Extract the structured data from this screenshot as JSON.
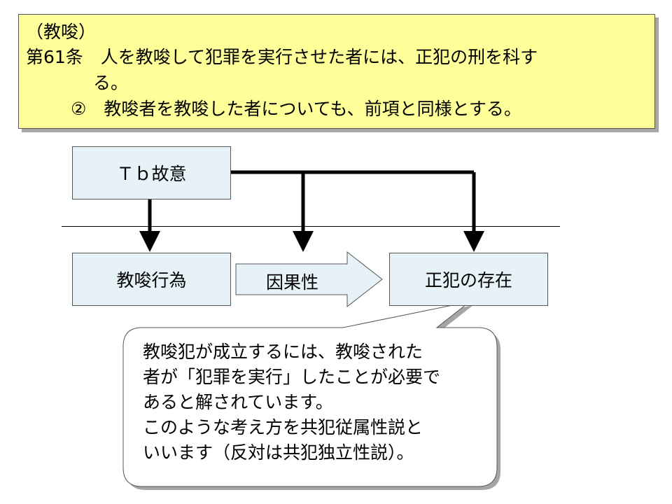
{
  "statute": {
    "heading": "（教唆）",
    "article_line": "第61条　人を教唆して犯罪を実行させた者には、正犯の刑を科す",
    "article_cont": "る。",
    "paragraph2": "②　教唆者を教唆した者についても、前項と同様とする。"
  },
  "diagram": {
    "tb_intent": "Ｔｂ故意",
    "instigation_act": "教唆行為",
    "causation": "因果性",
    "principal_existence": "正犯の存在"
  },
  "callout": {
    "lines": [
      "教唆犯が成立するには、教唆された",
      "者が「犯罪を実行」したことが必要で",
      "あると解されています。",
      "このような考え方を共犯従属性説と",
      "いいます（反対は共犯独立性説）。"
    ]
  },
  "colors": {
    "statute_bg": "#ffff99",
    "box_bg": "#e6f2f7",
    "shadow": "#a6a6a6"
  }
}
